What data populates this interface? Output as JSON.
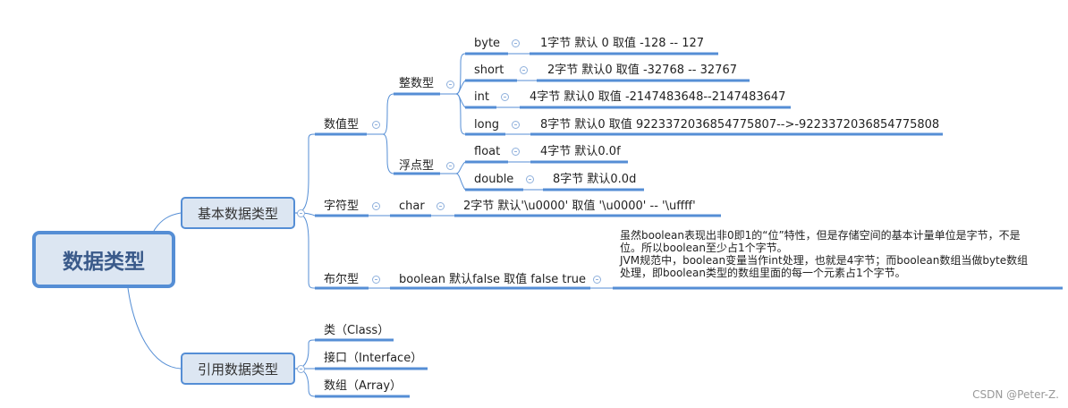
{
  "root": {
    "label": "数据类型"
  },
  "branches": {
    "primitive": {
      "label": "基本数据类型"
    },
    "reference": {
      "label": "引用数据类型"
    }
  },
  "primitive": {
    "numeric": {
      "label": "数值型"
    },
    "integer": {
      "label": "整数型"
    },
    "float_group": {
      "label": "浮点型"
    },
    "char_group": {
      "label": "字符型"
    },
    "bool_group": {
      "label": "布尔型"
    },
    "types": [
      {
        "name": "byte",
        "desc": "1字节  默认 0  取值 -128 -- 127"
      },
      {
        "name": "short",
        "desc": "2字节  默认0  取值 -32768 -- 32767"
      },
      {
        "name": "int",
        "desc": "4字节 默认0  取值 -2147483648--2147483647"
      },
      {
        "name": "long",
        "desc": "8字节 默认0  取值  9223372036854775807-->-9223372036854775808"
      },
      {
        "name": "float",
        "desc": "4字节 默认0.0f"
      },
      {
        "name": "double",
        "desc": "8字节 默认0.0d"
      },
      {
        "name": "char",
        "desc": "2字节 默认'\\u0000'  取值   '\\u0000'    -- '\\uffff'"
      }
    ],
    "boolean": {
      "label": "boolean  默认false 取值 false  true",
      "note": [
        "虽然boolean表现出非0即1的“位”特性，但是存储空间的基本计量单位是字节，不是",
        "位。所以boolean至少占1个字节。",
        "JVM规范中，boolean变量当作int处理，也就是4字节；而boolean数组当做byte数组",
        "处理，即boolean类型的数组里面的每一个元素占1个字节。"
      ]
    }
  },
  "reference": {
    "items": [
      {
        "label": "类（Class）"
      },
      {
        "label": "接口（Interface）"
      },
      {
        "label": "数组（Array）"
      }
    ]
  },
  "colors": {
    "line": "#558ed5",
    "node_fill": "#dce6f2",
    "root_text": "#3a5a8a"
  },
  "watermark": "CSDN @Peter-Z."
}
